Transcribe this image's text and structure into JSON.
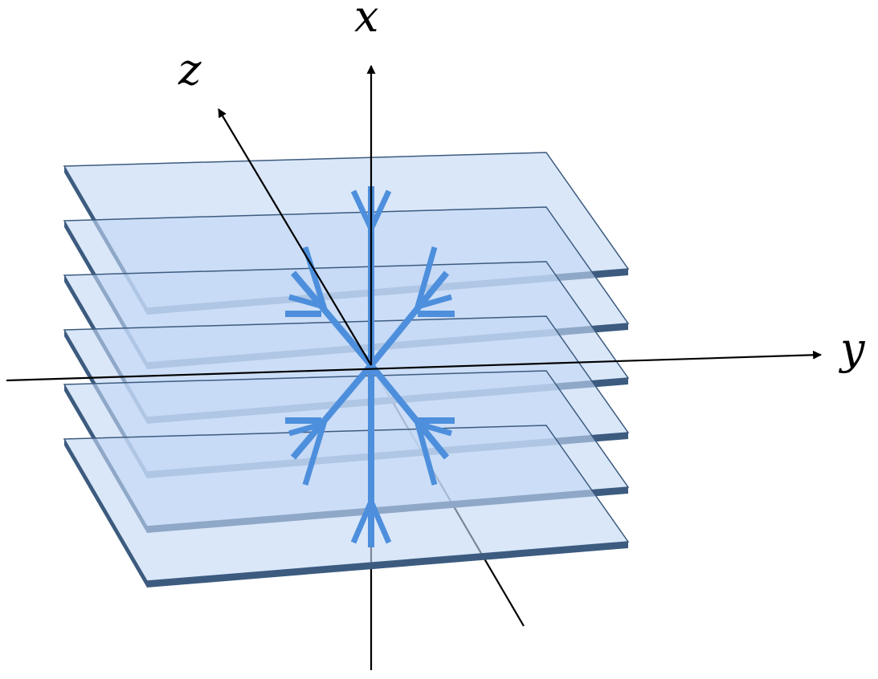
{
  "axes": {
    "x_label": "x",
    "y_label": "y",
    "z_label": "z"
  },
  "layers": {
    "count": 6
  },
  "colors": {
    "axis": "#000000",
    "layer_face": "#c4d8f6",
    "layer_edge": "#3c5b7f",
    "arrows": "#4d8fdc",
    "background": "#ffffff"
  }
}
